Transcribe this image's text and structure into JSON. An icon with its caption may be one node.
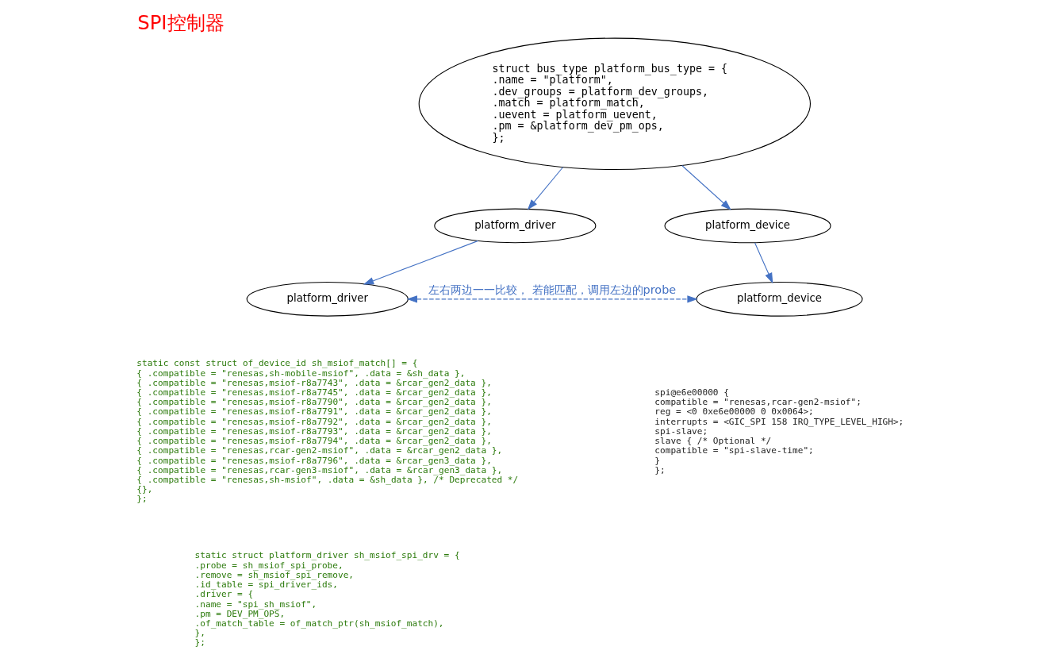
{
  "diagram": {
    "title": "SPI控制器",
    "nodes": [
      {
        "text": [
          "struct bus_type platform_bus_type = {",
          ".name = \"platform\",",
          ".dev_groups = platform_dev_groups,",
          ".match = platform_match,",
          ".uevent = platform_uevent,",
          ".pm = &platform_dev_pm_ops,",
          "};"
        ]
      },
      {
        "text": [
          "platform_driver"
        ]
      },
      {
        "text": [
          "platform_device"
        ]
      },
      {
        "text": [
          "platform_driver"
        ]
      },
      {
        "text": [
          "platform_device"
        ]
      }
    ],
    "edges": [
      {
        "from": 0,
        "to": 1,
        "arrow": "to"
      },
      {
        "from": 0,
        "to": 2,
        "arrow": "to"
      },
      {
        "from": 1,
        "to": 3,
        "arrow": "to"
      },
      {
        "from": 2,
        "to": 4,
        "arrow": "to"
      },
      {
        "from": 3,
        "to": 4,
        "arrow": "both",
        "style": "dashed",
        "label": "左右两边一一比较， 若能匹配，调用左边的probe"
      }
    ],
    "labels": [
      "static const struct of_device_id sh_msiof_match[] = {",
      "{ .compatible = \"renesas,sh-mobile-msiof\", .data = &sh_data },",
      "{ .compatible = \"renesas,msiof-r8a7743\", .data = &rcar_gen2_data },",
      "{ .compatible = \"renesas,msiof-r8a7745\", .data = &rcar_gen2_data },",
      "{ .compatible = \"renesas,msiof-r8a7790\", .data = &rcar_gen2_data },",
      "{ .compatible = \"renesas,msiof-r8a7791\", .data = &rcar_gen2_data },",
      "{ .compatible = \"renesas,msiof-r8a7792\", .data = &rcar_gen2_data },",
      "{ .compatible = \"renesas,msiof-r8a7793\", .data = &rcar_gen2_data },",
      "{ .compatible = \"renesas,msiof-r8a7794\", .data = &rcar_gen2_data },",
      "{ .compatible = \"renesas,rcar-gen2-msiof\", .data = &rcar_gen2_data },",
      "{ .compatible = \"renesas,msiof-r8a7796\", .data = &rcar_gen3_data },",
      "{ .compatible = \"renesas,rcar-gen3-msiof\", .data = &rcar_gen3_data },",
      "{ .compatible = \"renesas,sh-msiof\", .data = &sh_data }, /* Deprecated */",
      "{},",
      "};",
      "static struct platform_driver sh_msiof_spi_drv = {",
      ".probe = sh_msiof_spi_probe,",
      ".remove = sh_msiof_spi_remove,",
      ".id_table = spi_driver_ids,",
      ".driver = {",
      ".name = \"spi_sh_msiof\",",
      ".pm = DEV_PM_OPS,",
      ".of_match_table = of_match_ptr(sh_msiof_match),",
      "},",
      "};",
      "spi@e6e00000 {",
      "compatible = \"renesas,rcar-gen2-msiof\";",
      "reg = <0 0xe6e00000 0 0x0064>;",
      "interrupts = <GIC_SPI 158 IRQ_TYPE_LEVEL_HIGH>;",
      "spi-slave;",
      "slave { /* Optional */",
      "compatible = \"spi-slave-time\";",
      "}",
      "};"
    ]
  }
}
